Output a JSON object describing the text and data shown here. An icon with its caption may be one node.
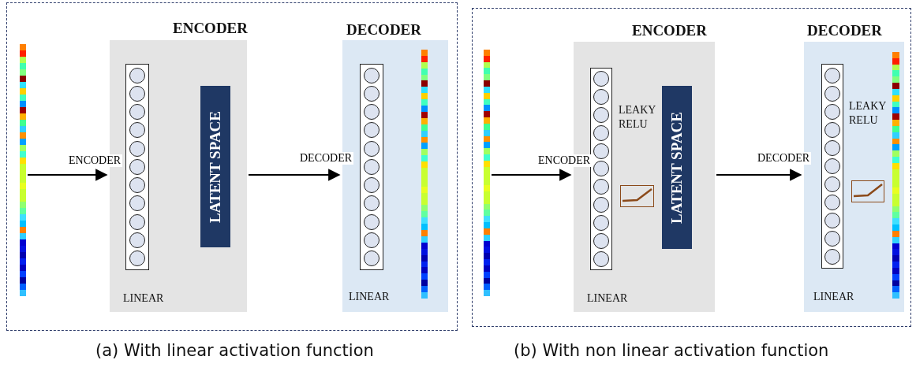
{
  "diagram": {
    "nodes": [
      {
        "text": [
          "(a) With linear activation function"
        ]
      },
      {
        "text": [],
        "shape": "bar",
        "in": 0
      },
      {
        "text": [
          "ENCODER",
          "LINEAR"
        ],
        "in": 0
      },
      {
        "text": [
          "LATENT SPACE"
        ],
        "in": 2
      },
      {
        "text": [
          "DECODER",
          "LINEAR"
        ],
        "in": 0
      },
      {
        "text": [],
        "shape": "bar",
        "in": 4
      },
      {
        "text": [
          "(b) With non linear activation function"
        ]
      },
      {
        "text": [],
        "shape": "bar",
        "in": 6
      },
      {
        "text": [
          "ENCODER",
          "LEAKY RELU",
          "LINEAR"
        ],
        "in": 6
      },
      {
        "text": [
          "LATENT SPACE"
        ],
        "in": 8
      },
      {
        "text": [
          "DECODER",
          "LEAKY RELU",
          "LINEAR"
        ],
        "in": 6
      },
      {
        "text": [],
        "shape": "bar",
        "in": 10
      }
    ],
    "edges": [
      {
        "from": 1,
        "to": 2,
        "arrow": "to",
        "label": "ENCODER"
      },
      {
        "from": 2,
        "to": 4,
        "arrow": "to",
        "label": "DECODER"
      },
      {
        "from": 7,
        "to": 8,
        "arrow": "to",
        "label": "ENCODER"
      },
      {
        "from": 8,
        "to": 10,
        "arrow": "to",
        "label": "DECODER"
      }
    ]
  }
}
